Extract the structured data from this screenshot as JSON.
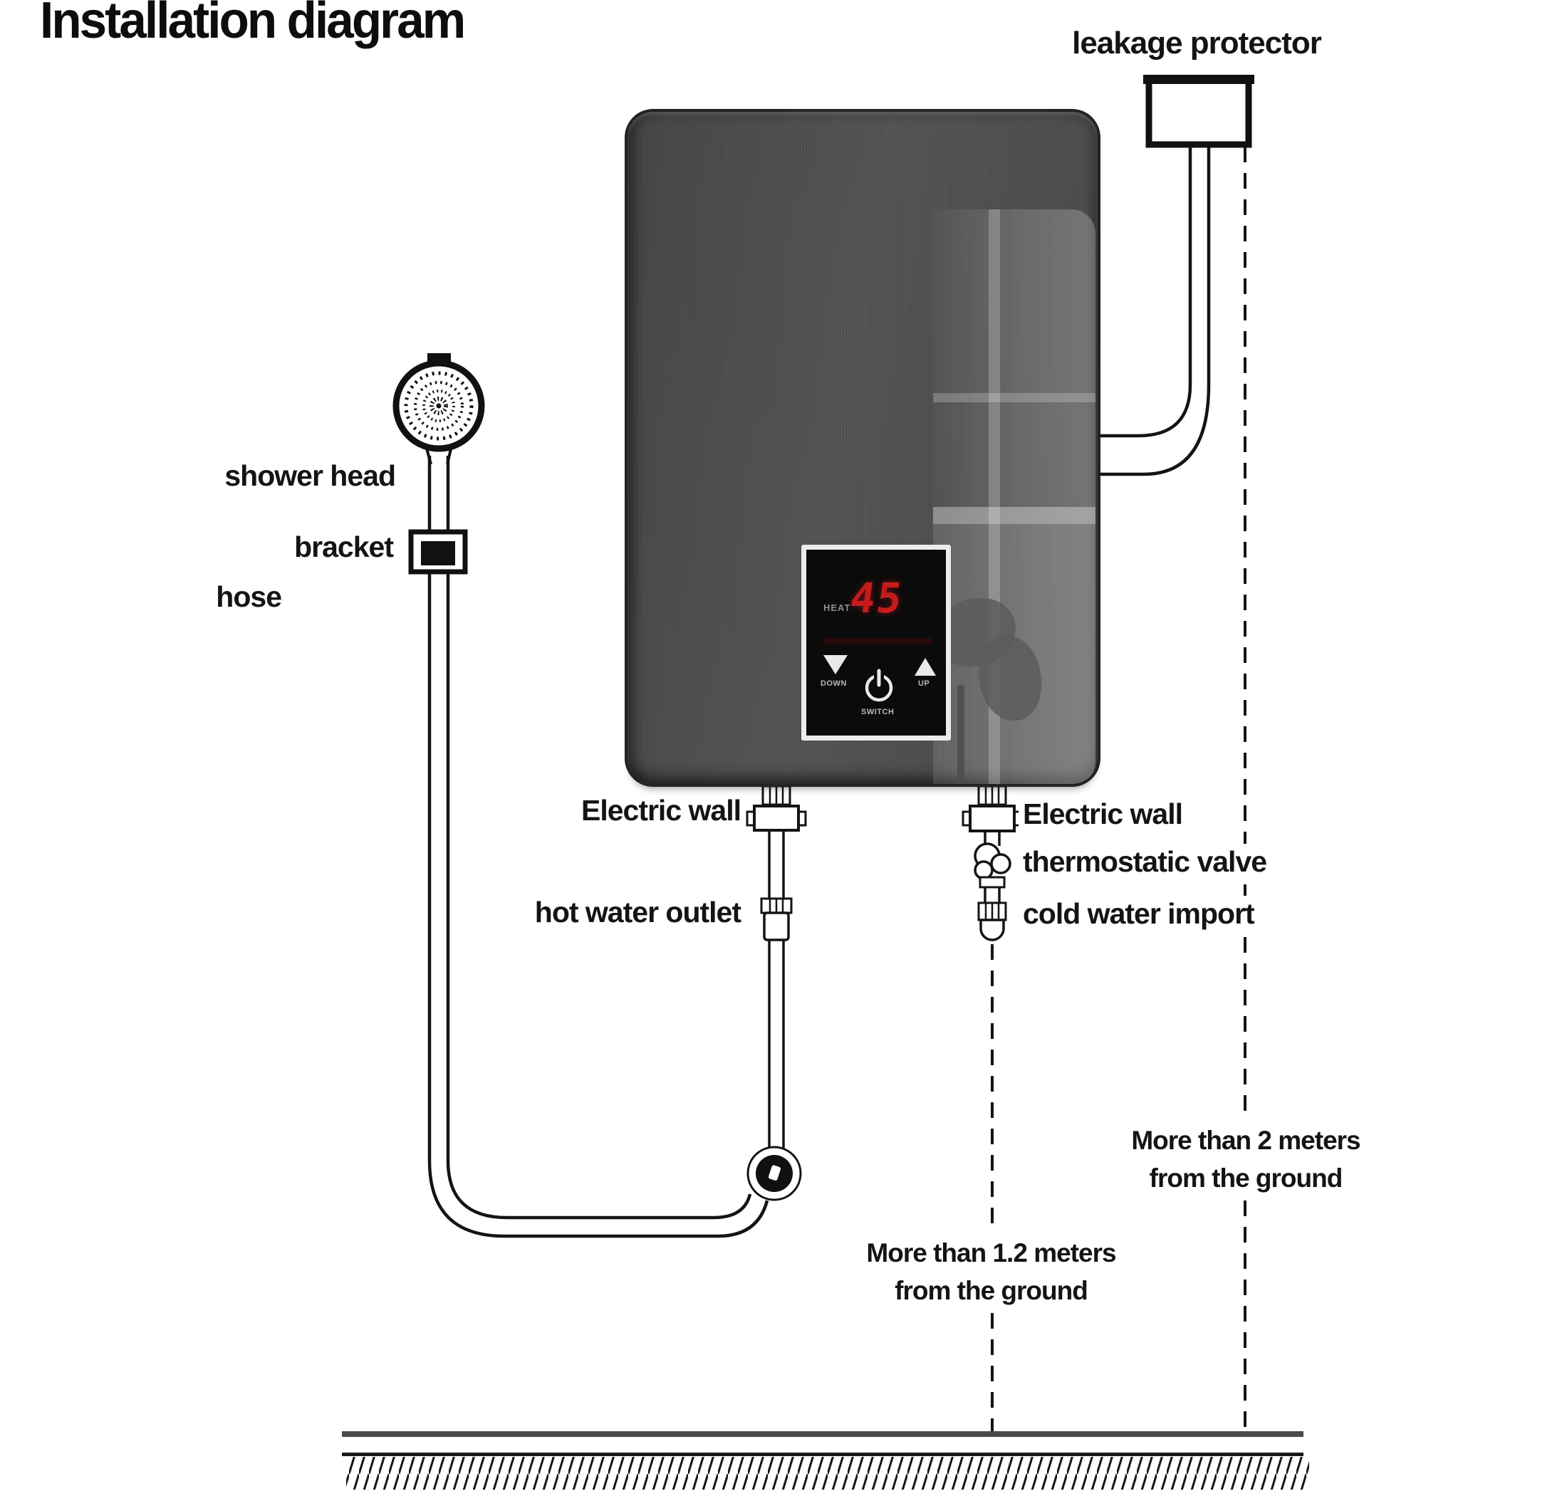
{
  "title": "Installation diagram",
  "labels": {
    "leakage_protector": "leakage protector",
    "shower_head": "shower head",
    "bracket": "bracket",
    "hose": "hose",
    "electric_wall_left": "Electric wall",
    "hot_water_outlet": "hot water outlet",
    "electric_wall_right": "Electric wall",
    "thermostatic_valve": "thermostatic valve",
    "cold_water_import": "cold water import"
  },
  "clearances": {
    "right_line1": "More than 2 meters",
    "right_line2": "from the ground",
    "left_line1": "More than 1.2 meters",
    "left_line2": "from the ground"
  },
  "display": {
    "heat_label": "HEAT",
    "temperature": "45",
    "down_label": "DOWN",
    "switch_label": "SWITCH",
    "up_label": "UP"
  },
  "colors": {
    "digit_red": "#c41c1c",
    "heater_body": "#4c4c4c",
    "line_black": "#141414"
  }
}
